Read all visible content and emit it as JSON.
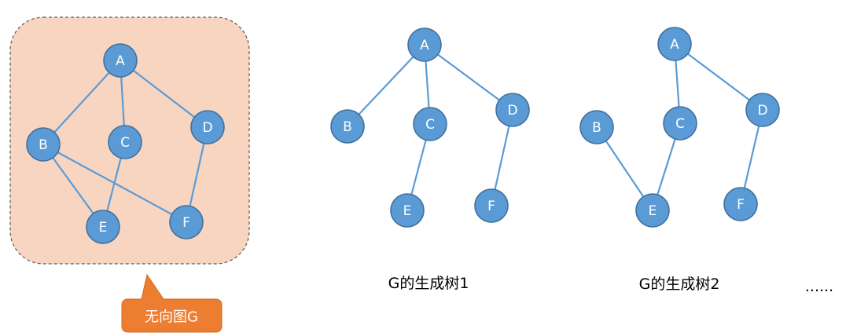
{
  "colors": {
    "node_fill": "#5b9bd5",
    "node_stroke": "#41719c",
    "edge": "#5b9bd5",
    "graph_panel_fill": "#f8d5c0",
    "graph_panel_border": "#5a5a5a",
    "callout_fill": "#ed7d31",
    "callout_text": "#ffffff"
  },
  "graphs": [
    {
      "id": "graph-g",
      "nodes": [
        "A",
        "B",
        "C",
        "D",
        "E",
        "F"
      ],
      "edges": [
        [
          "A",
          "B"
        ],
        [
          "A",
          "C"
        ],
        [
          "A",
          "D"
        ],
        [
          "B",
          "E"
        ],
        [
          "B",
          "F"
        ],
        [
          "C",
          "E"
        ],
        [
          "D",
          "F"
        ]
      ]
    },
    {
      "id": "spanning-tree-1",
      "nodes": [
        "A",
        "B",
        "C",
        "D",
        "E",
        "F"
      ],
      "edges": [
        [
          "A",
          "B"
        ],
        [
          "A",
          "C"
        ],
        [
          "A",
          "D"
        ],
        [
          "C",
          "E"
        ],
        [
          "D",
          "F"
        ]
      ]
    },
    {
      "id": "spanning-tree-2",
      "nodes": [
        "A",
        "B",
        "C",
        "D",
        "E",
        "F"
      ],
      "edges": [
        [
          "A",
          "C"
        ],
        [
          "A",
          "D"
        ],
        [
          "B",
          "E"
        ],
        [
          "C",
          "E"
        ],
        [
          "D",
          "F"
        ]
      ]
    }
  ],
  "callout": {
    "label": "无向图G"
  },
  "captions": {
    "tree1": "G的生成树1",
    "tree2": "G的生成树2",
    "more": "......"
  }
}
